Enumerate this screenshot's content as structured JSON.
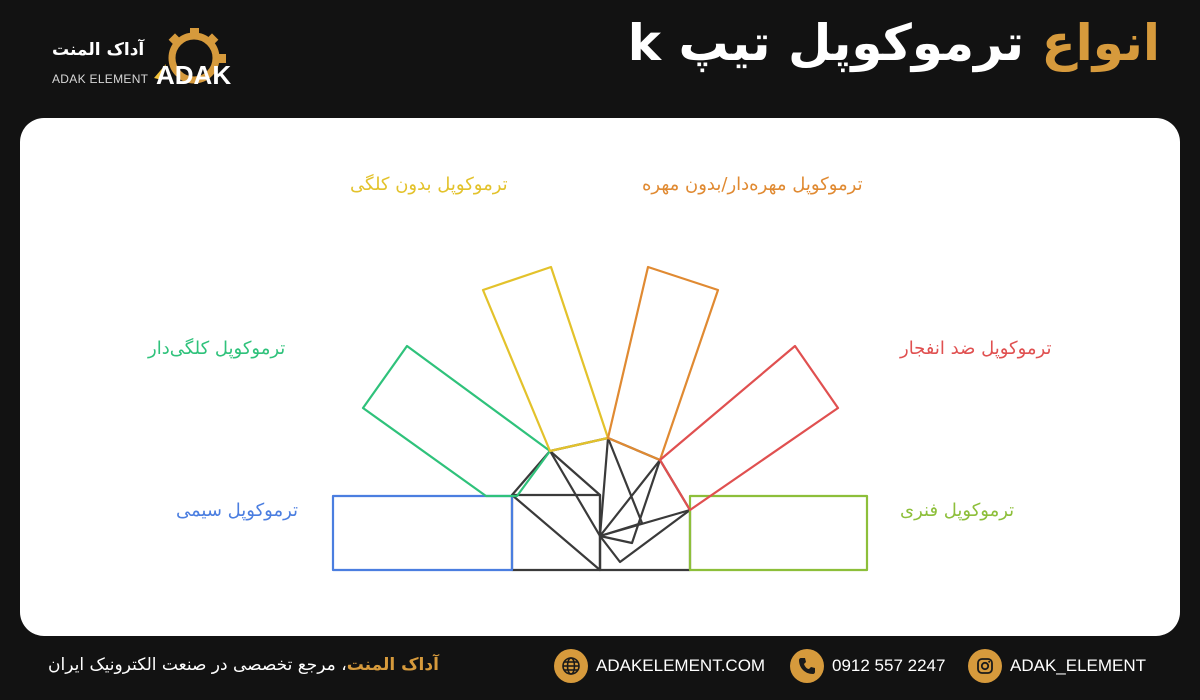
{
  "header": {
    "title_accent": "انواع",
    "title_rest": "ترموکوپل تیپ k",
    "logo_fa": "آداک المنت",
    "logo_en": "ADAK ELEMENT",
    "logo_mark": "ADAK"
  },
  "diagram": {
    "labels": {
      "no_head": "ترموکوپل بدون کلگی",
      "nut": "ترموکوپل مهره‌دار/بدون مهره",
      "head": "ترموکوپل کلگی‌دار",
      "explosion_proof": "ترموکوپل ضد انفجار",
      "wire": "ترموکوپل سیمی",
      "spring": "ترموکوپل فنری"
    }
  },
  "colors": {
    "no_head": "#e3c22b",
    "nut": "#e08a32",
    "head": "#2fc27b",
    "explosion_proof": "#e05050",
    "wire": "#4b7ee0",
    "spring": "#8dbf3a",
    "center": "#3a3a3a",
    "accent": "#d69a3c"
  },
  "footer": {
    "brand": "آداک المنت",
    "tagline_rest": "، مرجع تخصصی در صنعت الکترونیک ایران",
    "website": "ADAKELEMENT.COM",
    "phone": "0912 557 2247",
    "instagram": "ADAK_ELEMENT"
  }
}
